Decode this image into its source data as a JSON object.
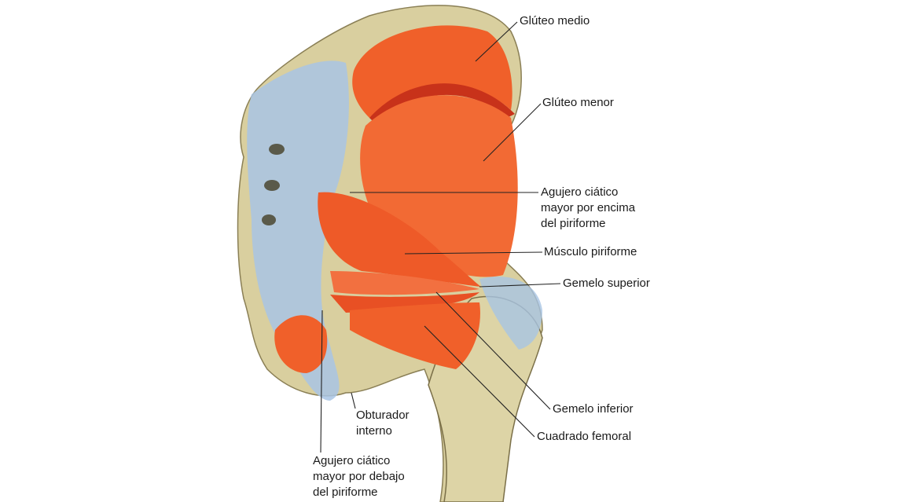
{
  "labels": {
    "gluteo_medio": "Glúteo medio",
    "gluteo_menor": "Glúteo menor",
    "agujero_encima": [
      "Agujero ciático",
      "mayor por encima",
      "del piriforme"
    ],
    "piriforme": "Músculo piriforme",
    "gemelo_superior": "Gemelo superior",
    "gemelo_inferior": "Gemelo inferior",
    "cuadrado_femoral": "Cuadrado femoral",
    "obturador_interno": [
      "Obturador",
      "interno"
    ],
    "agujero_debajo": [
      "Agujero ciático",
      "mayor por debajo",
      "del piriforme"
    ]
  },
  "colors": {
    "muscle": "#f0602a",
    "muscle_dark": "#d8401a",
    "bone": "#d9cf9f",
    "ligament": "#a8c4e4"
  }
}
